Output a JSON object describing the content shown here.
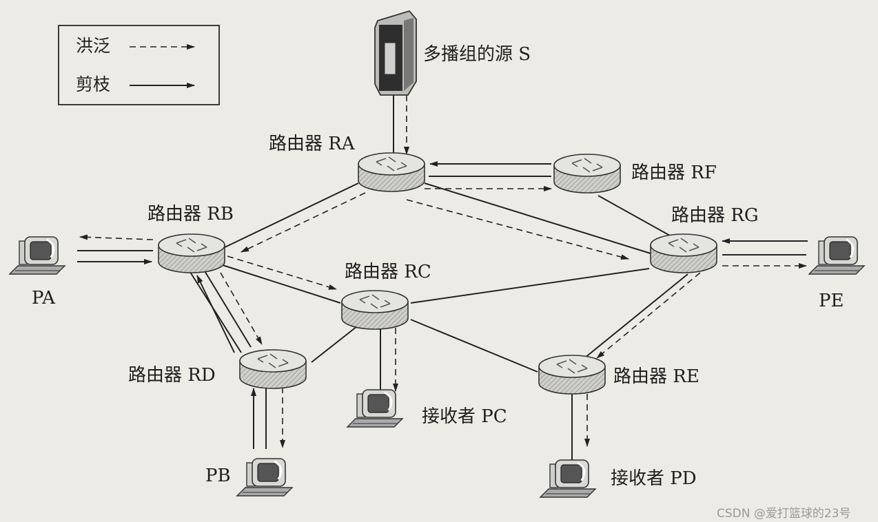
{
  "legend": {
    "flood": "洪泛",
    "prune": "剪枝"
  },
  "source": {
    "label": "多播组的源 S"
  },
  "routers": {
    "RA": "路由器 RA",
    "RB": "路由器 RB",
    "RC": "路由器 RC",
    "RD": "路由器 RD",
    "RE": "路由器 RE",
    "RF": "路由器 RF",
    "RG": "路由器 RG"
  },
  "hosts": {
    "PA": "PA",
    "PB": "PB",
    "PC": "接收者 PC",
    "PD": "接收者 PD",
    "PE": "PE"
  },
  "watermark": "CSDN @爱打篮球的23号"
}
